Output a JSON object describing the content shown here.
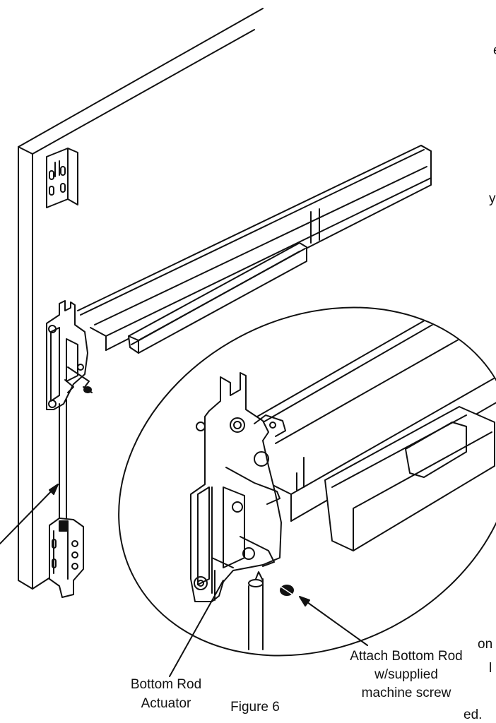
{
  "diagram": {
    "callouts": {
      "screw": {
        "line1": "Attach Bottom Rod",
        "line2": "w/supplied",
        "line3": "machine screw"
      },
      "actuator": {
        "line1": "Bottom Rod",
        "line2": "Actuator"
      }
    },
    "figure_caption": "Figure 6",
    "clipped_text_fragments": [
      "e",
      "y",
      "on",
      "l",
      "ed."
    ]
  }
}
